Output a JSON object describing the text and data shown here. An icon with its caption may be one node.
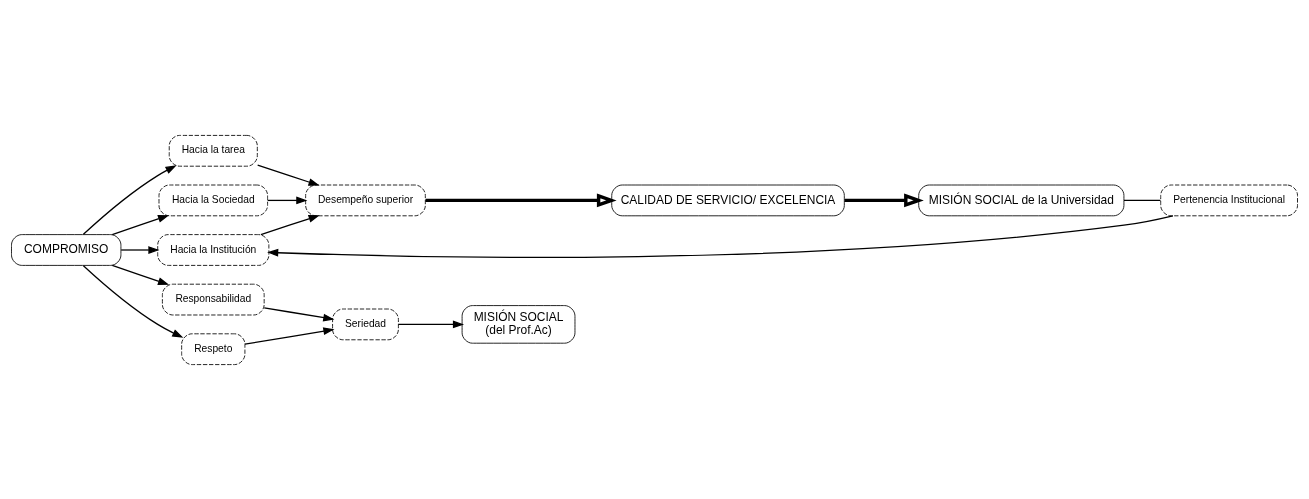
{
  "diagram": {
    "nodes": [
      {
        "text": [
          "COMPROMISO"
        ]
      },
      {
        "text": [
          "Hacia la tarea"
        ]
      },
      {
        "text": [
          "Hacia la Sociedad"
        ]
      },
      {
        "text": [
          "Hacia la Institución"
        ]
      },
      {
        "text": [
          "Desempeño superior"
        ]
      },
      {
        "text": [
          "CALIDAD DE SERVICIO/ EXCELENCIA"
        ]
      },
      {
        "text": [
          "MISIÓN SOCIAL de la Universidad"
        ]
      },
      {
        "text": [
          "Responsabilidad"
        ]
      },
      {
        "text": [
          "Respeto"
        ]
      },
      {
        "text": [
          "Seriedad"
        ]
      },
      {
        "text": [
          "MISIÓN SOCIAL",
          "(del Prof.Ac)"
        ]
      },
      {
        "text": [
          "Pertenencia Institucional"
        ]
      }
    ],
    "edges": [
      {
        "from": 0,
        "to": 1,
        "arrow": "to"
      },
      {
        "from": 0,
        "to": 2,
        "arrow": "to"
      },
      {
        "from": 0,
        "to": 3,
        "arrow": "to"
      },
      {
        "from": 1,
        "to": 4,
        "arrow": "to"
      },
      {
        "from": 2,
        "to": 4,
        "arrow": "to"
      },
      {
        "from": 3,
        "to": 4,
        "arrow": "to"
      },
      {
        "from": 4,
        "to": 5,
        "arrow": "to",
        "style": "thick"
      },
      {
        "from": 5,
        "to": 6,
        "arrow": "to",
        "style": "thick"
      },
      {
        "from": 0,
        "to": 7,
        "arrow": "to"
      },
      {
        "from": 0,
        "to": 8,
        "arrow": "to"
      },
      {
        "from": 7,
        "to": 9,
        "arrow": "to"
      },
      {
        "from": 8,
        "to": 9,
        "arrow": "to"
      },
      {
        "from": 9,
        "to": 10,
        "arrow": "to"
      },
      {
        "from": 6,
        "to": 11,
        "arrow": "none"
      },
      {
        "from": 11,
        "to": 3,
        "arrow": "to"
      }
    ]
  }
}
